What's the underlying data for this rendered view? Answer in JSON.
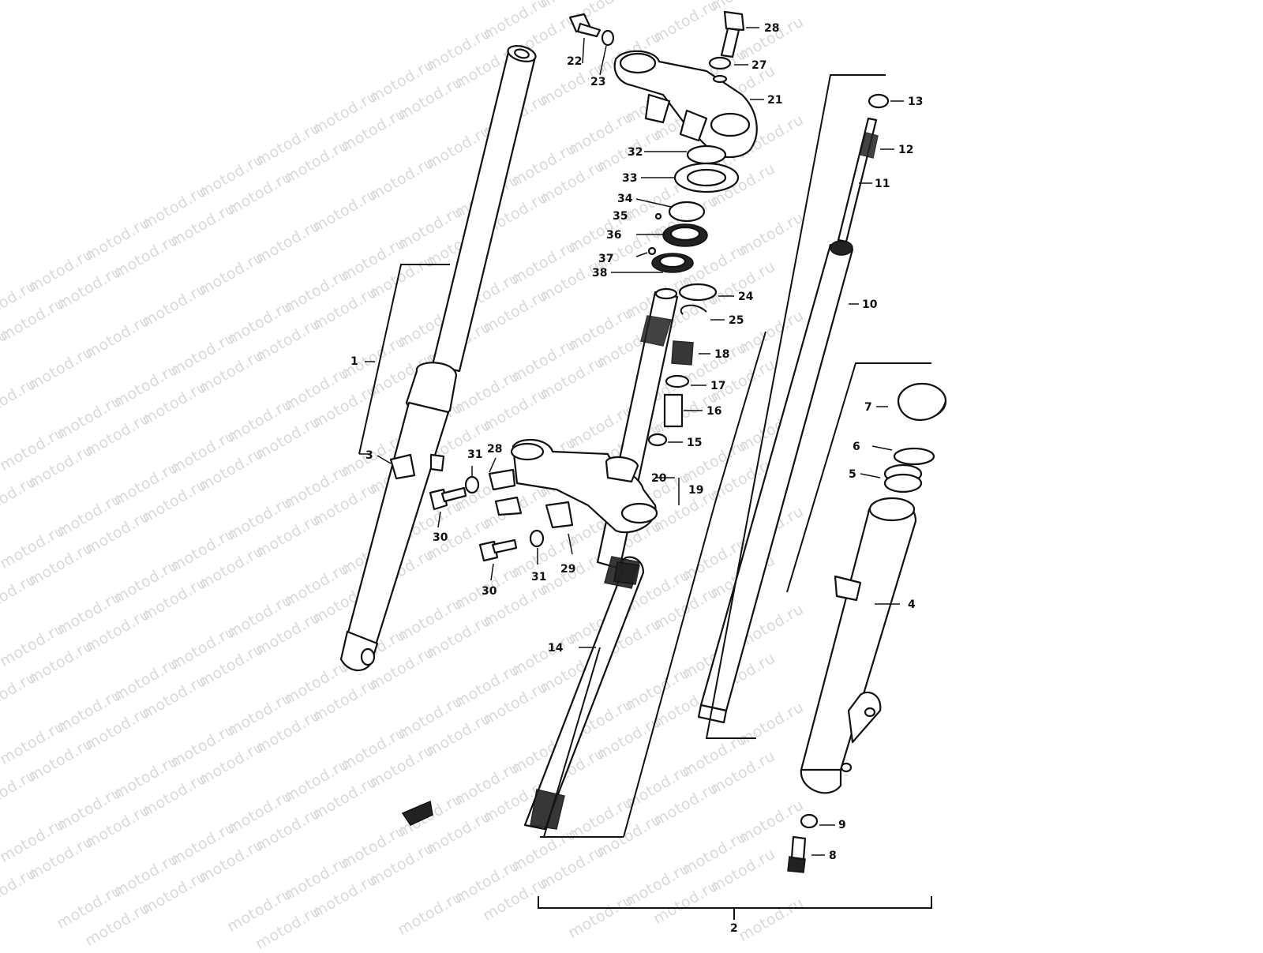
{
  "watermark_text": "motod.ru",
  "callouts": {
    "n1": "1",
    "n2": "2",
    "n3": "3",
    "n4": "4",
    "n5": "5",
    "n6": "6",
    "n7": "7",
    "n8": "8",
    "n9": "9",
    "n10": "10",
    "n11": "11",
    "n12": "12",
    "n13": "13",
    "n14": "14",
    "n15": "15",
    "n16": "16",
    "n17": "17",
    "n18": "18",
    "n19": "19",
    "n20": "20",
    "n21": "21",
    "n22": "22",
    "n23": "23",
    "n24": "24",
    "n25": "25",
    "n28a": "28",
    "n28b": "28",
    "n29": "29",
    "n30a": "30",
    "n30b": "30",
    "n31a": "31",
    "n31b": "31",
    "n32": "32",
    "n33": "33",
    "n34": "34",
    "n35": "35",
    "n36": "36",
    "n37": "37",
    "n38": "38",
    "n27": "27"
  },
  "colors": {
    "line": "#111111",
    "watermark": "#d9d9d9",
    "background": "#ffffff"
  }
}
